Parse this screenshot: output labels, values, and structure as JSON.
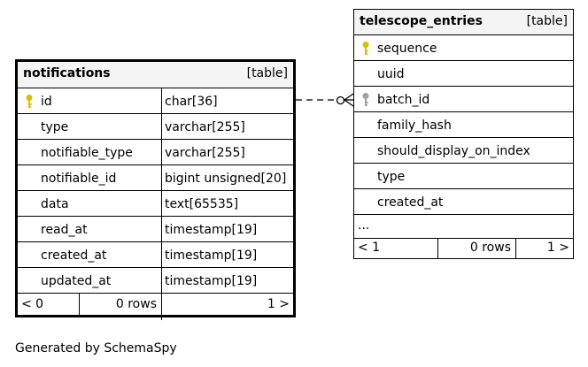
{
  "diagram_caption": "Generated by SchemaSpy",
  "colors": {
    "primary_key": "#d4c000",
    "foreign_key": "#a0a0a0",
    "header_bg": "#f4f4f4"
  },
  "notifications": {
    "name": "notifications",
    "kind": "[table]",
    "columns": [
      {
        "name": "id",
        "type": "char[36]",
        "icon": "primary-key-icon"
      },
      {
        "name": "type",
        "type": "varchar[255]"
      },
      {
        "name": "notifiable_type",
        "type": "varchar[255]"
      },
      {
        "name": "notifiable_id",
        "type": "bigint unsigned[20]"
      },
      {
        "name": "data",
        "type": "text[65535]"
      },
      {
        "name": "read_at",
        "type": "timestamp[19]"
      },
      {
        "name": "created_at",
        "type": "timestamp[19]"
      },
      {
        "name": "updated_at",
        "type": "timestamp[19]"
      }
    ],
    "footer": {
      "left": "< 0",
      "rows": "0 rows",
      "right": "1 >"
    }
  },
  "telescope_entries": {
    "name": "telescope_entries",
    "kind": "[table]",
    "columns": [
      {
        "name": "sequence",
        "icon": "primary-key-icon"
      },
      {
        "name": "uuid"
      },
      {
        "name": "batch_id",
        "icon": "foreign-key-icon"
      },
      {
        "name": "family_hash"
      },
      {
        "name": "should_display_on_index"
      },
      {
        "name": "type"
      },
      {
        "name": "created_at"
      }
    ],
    "more": "...",
    "footer": {
      "left": "< 1",
      "rows": "0 rows",
      "right": "1 >"
    }
  }
}
